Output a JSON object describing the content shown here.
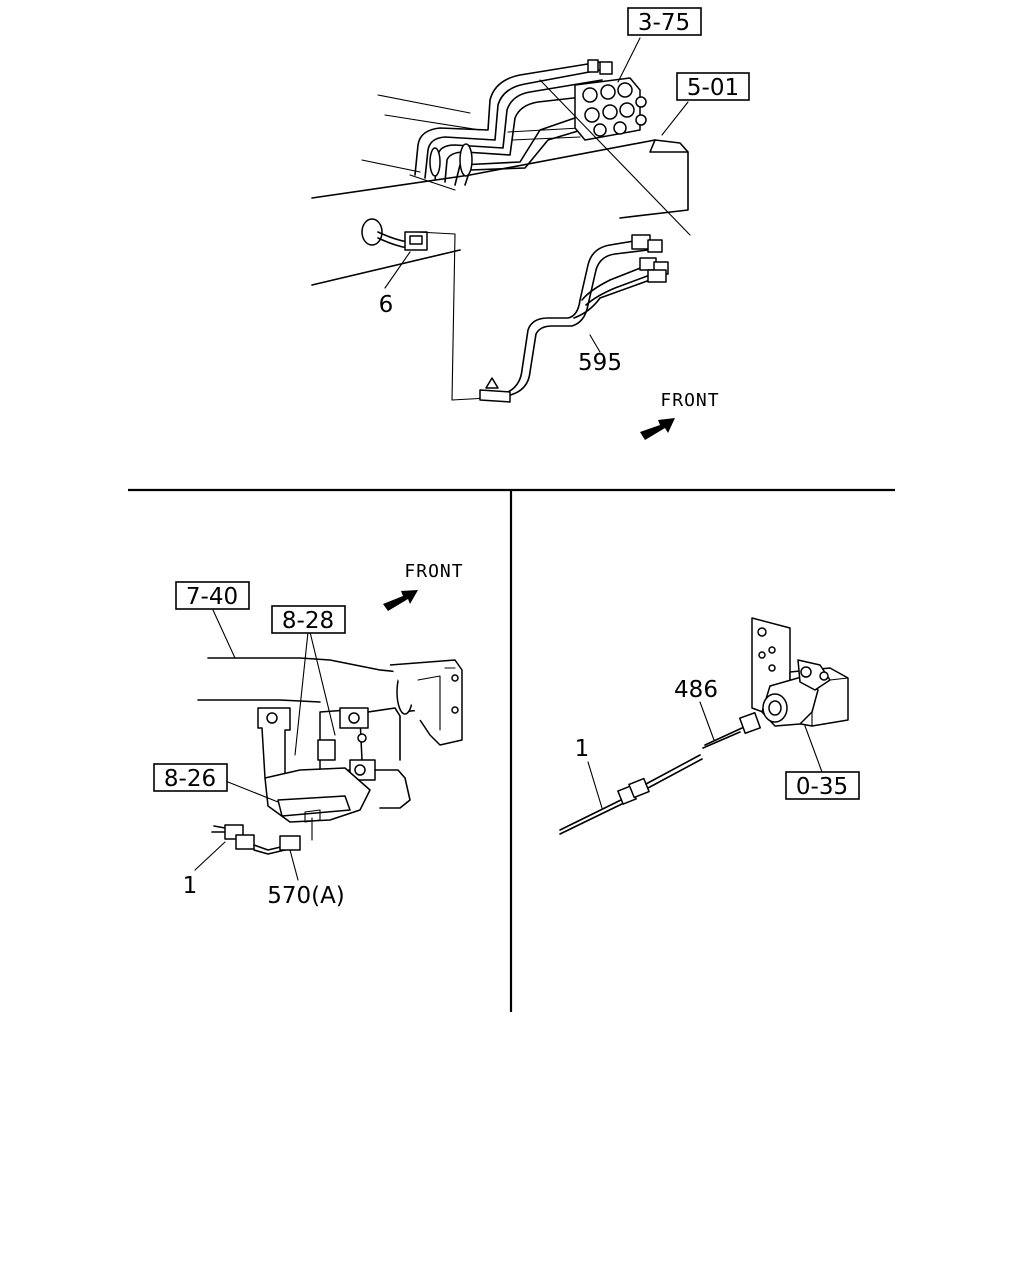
{
  "views": {
    "top": {
      "callouts": {
        "ref_3_75": "3-75",
        "ref_5_01": "5-01",
        "part_6": "6",
        "part_595": "595"
      },
      "front_label": "FRONT"
    },
    "bottom_left": {
      "callouts": {
        "ref_7_40": "7-40",
        "ref_8_28": "8-28",
        "ref_8_26": "8-26",
        "part_1": "1",
        "part_570a": "570(A)"
      },
      "front_label": "FRONT"
    },
    "bottom_right": {
      "callouts": {
        "part_486": "486",
        "part_1": "1",
        "ref_0_35": "0-35"
      }
    }
  },
  "colors": {
    "line": "#000000",
    "background": "#ffffff"
  }
}
